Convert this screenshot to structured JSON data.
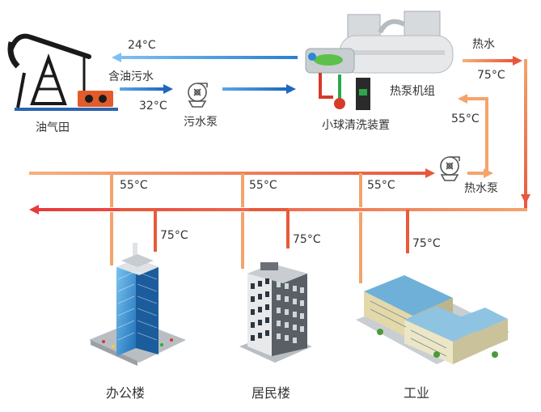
{
  "labels": {
    "oilfield": "油气田",
    "oily_wastewater": "含油污水",
    "temp_return": "24°C",
    "temp_oil_in": "32°C",
    "sewage_pump": "污水泵",
    "heat_pump_unit": "热泵机组",
    "ball_cleaning": "小球清洗装置",
    "hot_water": "热水",
    "temp_hot_out": "75°C",
    "temp_return_hp": "55°C",
    "hot_water_pump": "热水泵",
    "temp_office_ret": "55°C",
    "temp_office_sup": "75°C",
    "temp_res_ret": "55°C",
    "temp_res_sup": "75°C",
    "temp_ind_ret": "55°C",
    "temp_ind_sup": "75°C",
    "office": "办公楼",
    "residential": "居民楼",
    "industry": "工业"
  },
  "colors": {
    "blue_pipe": "#2d86d6",
    "hot_pipe": "#e84a3c",
    "warm_pipe": "#f5a36b",
    "text": "#333333"
  }
}
